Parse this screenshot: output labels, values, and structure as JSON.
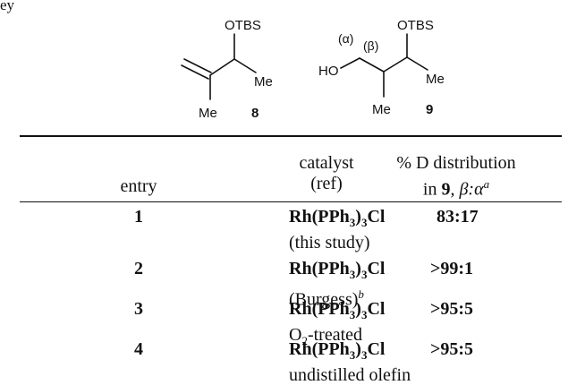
{
  "page_fragment": "ey",
  "structures": [
    {
      "id": "8",
      "labels": {
        "protecting_group": "OTBS",
        "methyl_1": "Me",
        "methyl_2": "Me",
        "compound_number": "8"
      }
    },
    {
      "id": "9",
      "labels": {
        "protecting_group": "OTBS",
        "hydroxyl": "HO",
        "alpha": "(α)",
        "beta": "(β)",
        "methyl_1": "Me",
        "methyl_2": "Me",
        "compound_number": "9"
      }
    }
  ],
  "table": {
    "headers": {
      "entry": "entry",
      "catalyst_line1": "catalyst",
      "catalyst_line2": "(ref)",
      "distribution_line1": "% D distribution",
      "distribution_line2_prefix": "in ",
      "distribution_line2_compound": "9",
      "distribution_line2_suffix": ", β:α",
      "distribution_footnote": "a"
    },
    "catalyst_formula": {
      "prefix": "Rh(PPh",
      "sub": "3",
      "mid": ")",
      "sub2": "3",
      "suffix": "Cl"
    },
    "rows": [
      {
        "entry": "1",
        "line2": "(this study)",
        "line2_sub": "",
        "line2_after": "",
        "footnote": "",
        "value": "83:17"
      },
      {
        "entry": "2",
        "line2": "(Burgess)",
        "line2_sub": "",
        "line2_after": "",
        "footnote": "b",
        "value": ">99:1"
      },
      {
        "entry": "3",
        "line2": "O",
        "line2_sub": "2",
        "line2_after": "-treated",
        "footnote": "",
        "value": ">95:5"
      },
      {
        "entry": "4",
        "line2": "undistilled olefin",
        "line2_sub": "",
        "line2_after": "",
        "footnote": "",
        "value": ">95:5"
      }
    ]
  }
}
